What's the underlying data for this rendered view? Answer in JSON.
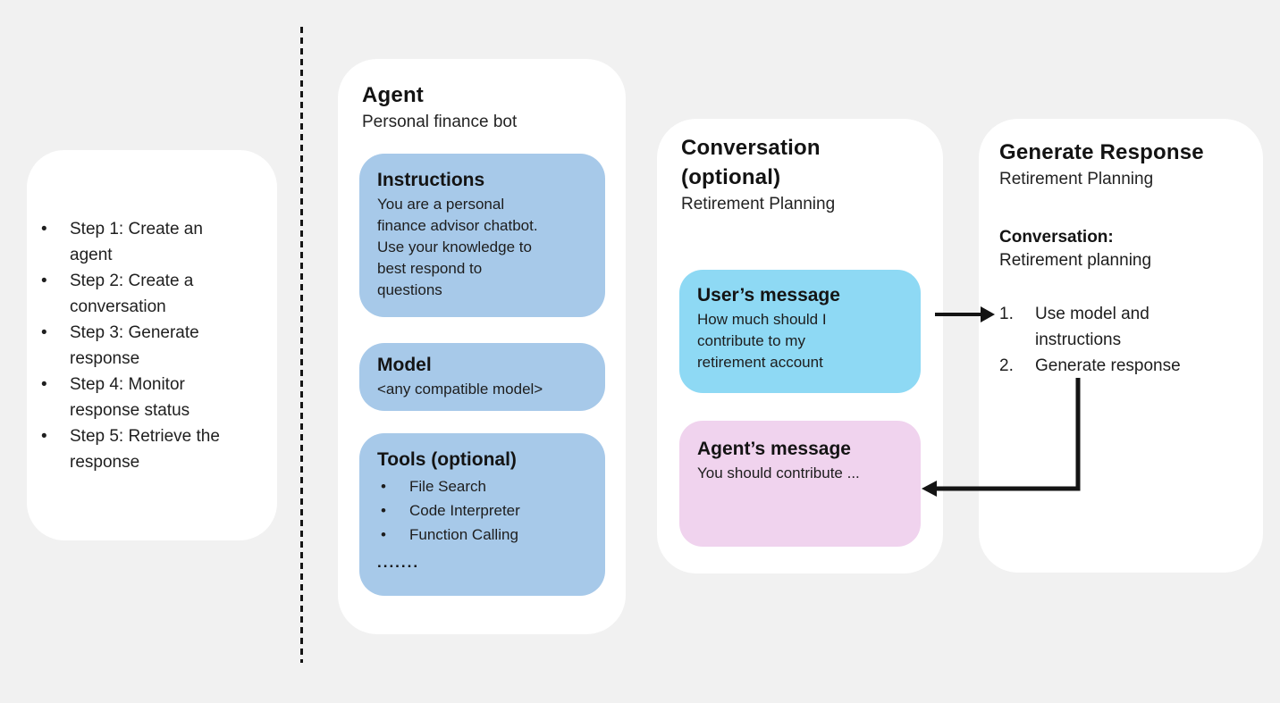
{
  "steps_card": {
    "items": [
      "Step 1: Create an\nagent",
      "Step 2: Create a\nconversation",
      "Step 3: Generate\nresponse",
      "Step 4: Monitor\nresponse status",
      "Step 5: Retrieve the\nresponse"
    ]
  },
  "agent_card": {
    "title": "Agent",
    "subtitle": "Personal finance bot",
    "instructions": {
      "title": "Instructions",
      "body": "You are a personal\nfinance advisor chatbot.\nUse your knowledge to\nbest respond to\nquestions"
    },
    "model": {
      "title": "Model",
      "body": "<any compatible model>"
    },
    "tools": {
      "title": "Tools (optional)",
      "items": [
        "File Search",
        "Code Interpreter",
        "Function Calling"
      ],
      "more": "......."
    }
  },
  "conversation_card": {
    "title": "Conversation\n(optional)",
    "subtitle": "Retirement Planning",
    "user_message": {
      "title": "User’s message",
      "body": "How much should I\ncontribute to my\nretirement account"
    },
    "agent_message": {
      "title": "Agent’s message",
      "body": "You should contribute ..."
    }
  },
  "generate_card": {
    "title": "Generate Response",
    "subtitle": "Retirement Planning",
    "conversation_label": "Conversation:",
    "conversation_value": "Retirement planning",
    "steps": [
      "Use model and\ninstructions",
      "Generate response"
    ]
  },
  "colors": {
    "background": "#f1f1f1",
    "card": "#ffffff",
    "agent_box_blue": "#a7c9e9",
    "user_msg_cyan": "#8ed9f4",
    "agent_msg_pink": "#f0d3ee",
    "line_black": "#141414"
  }
}
